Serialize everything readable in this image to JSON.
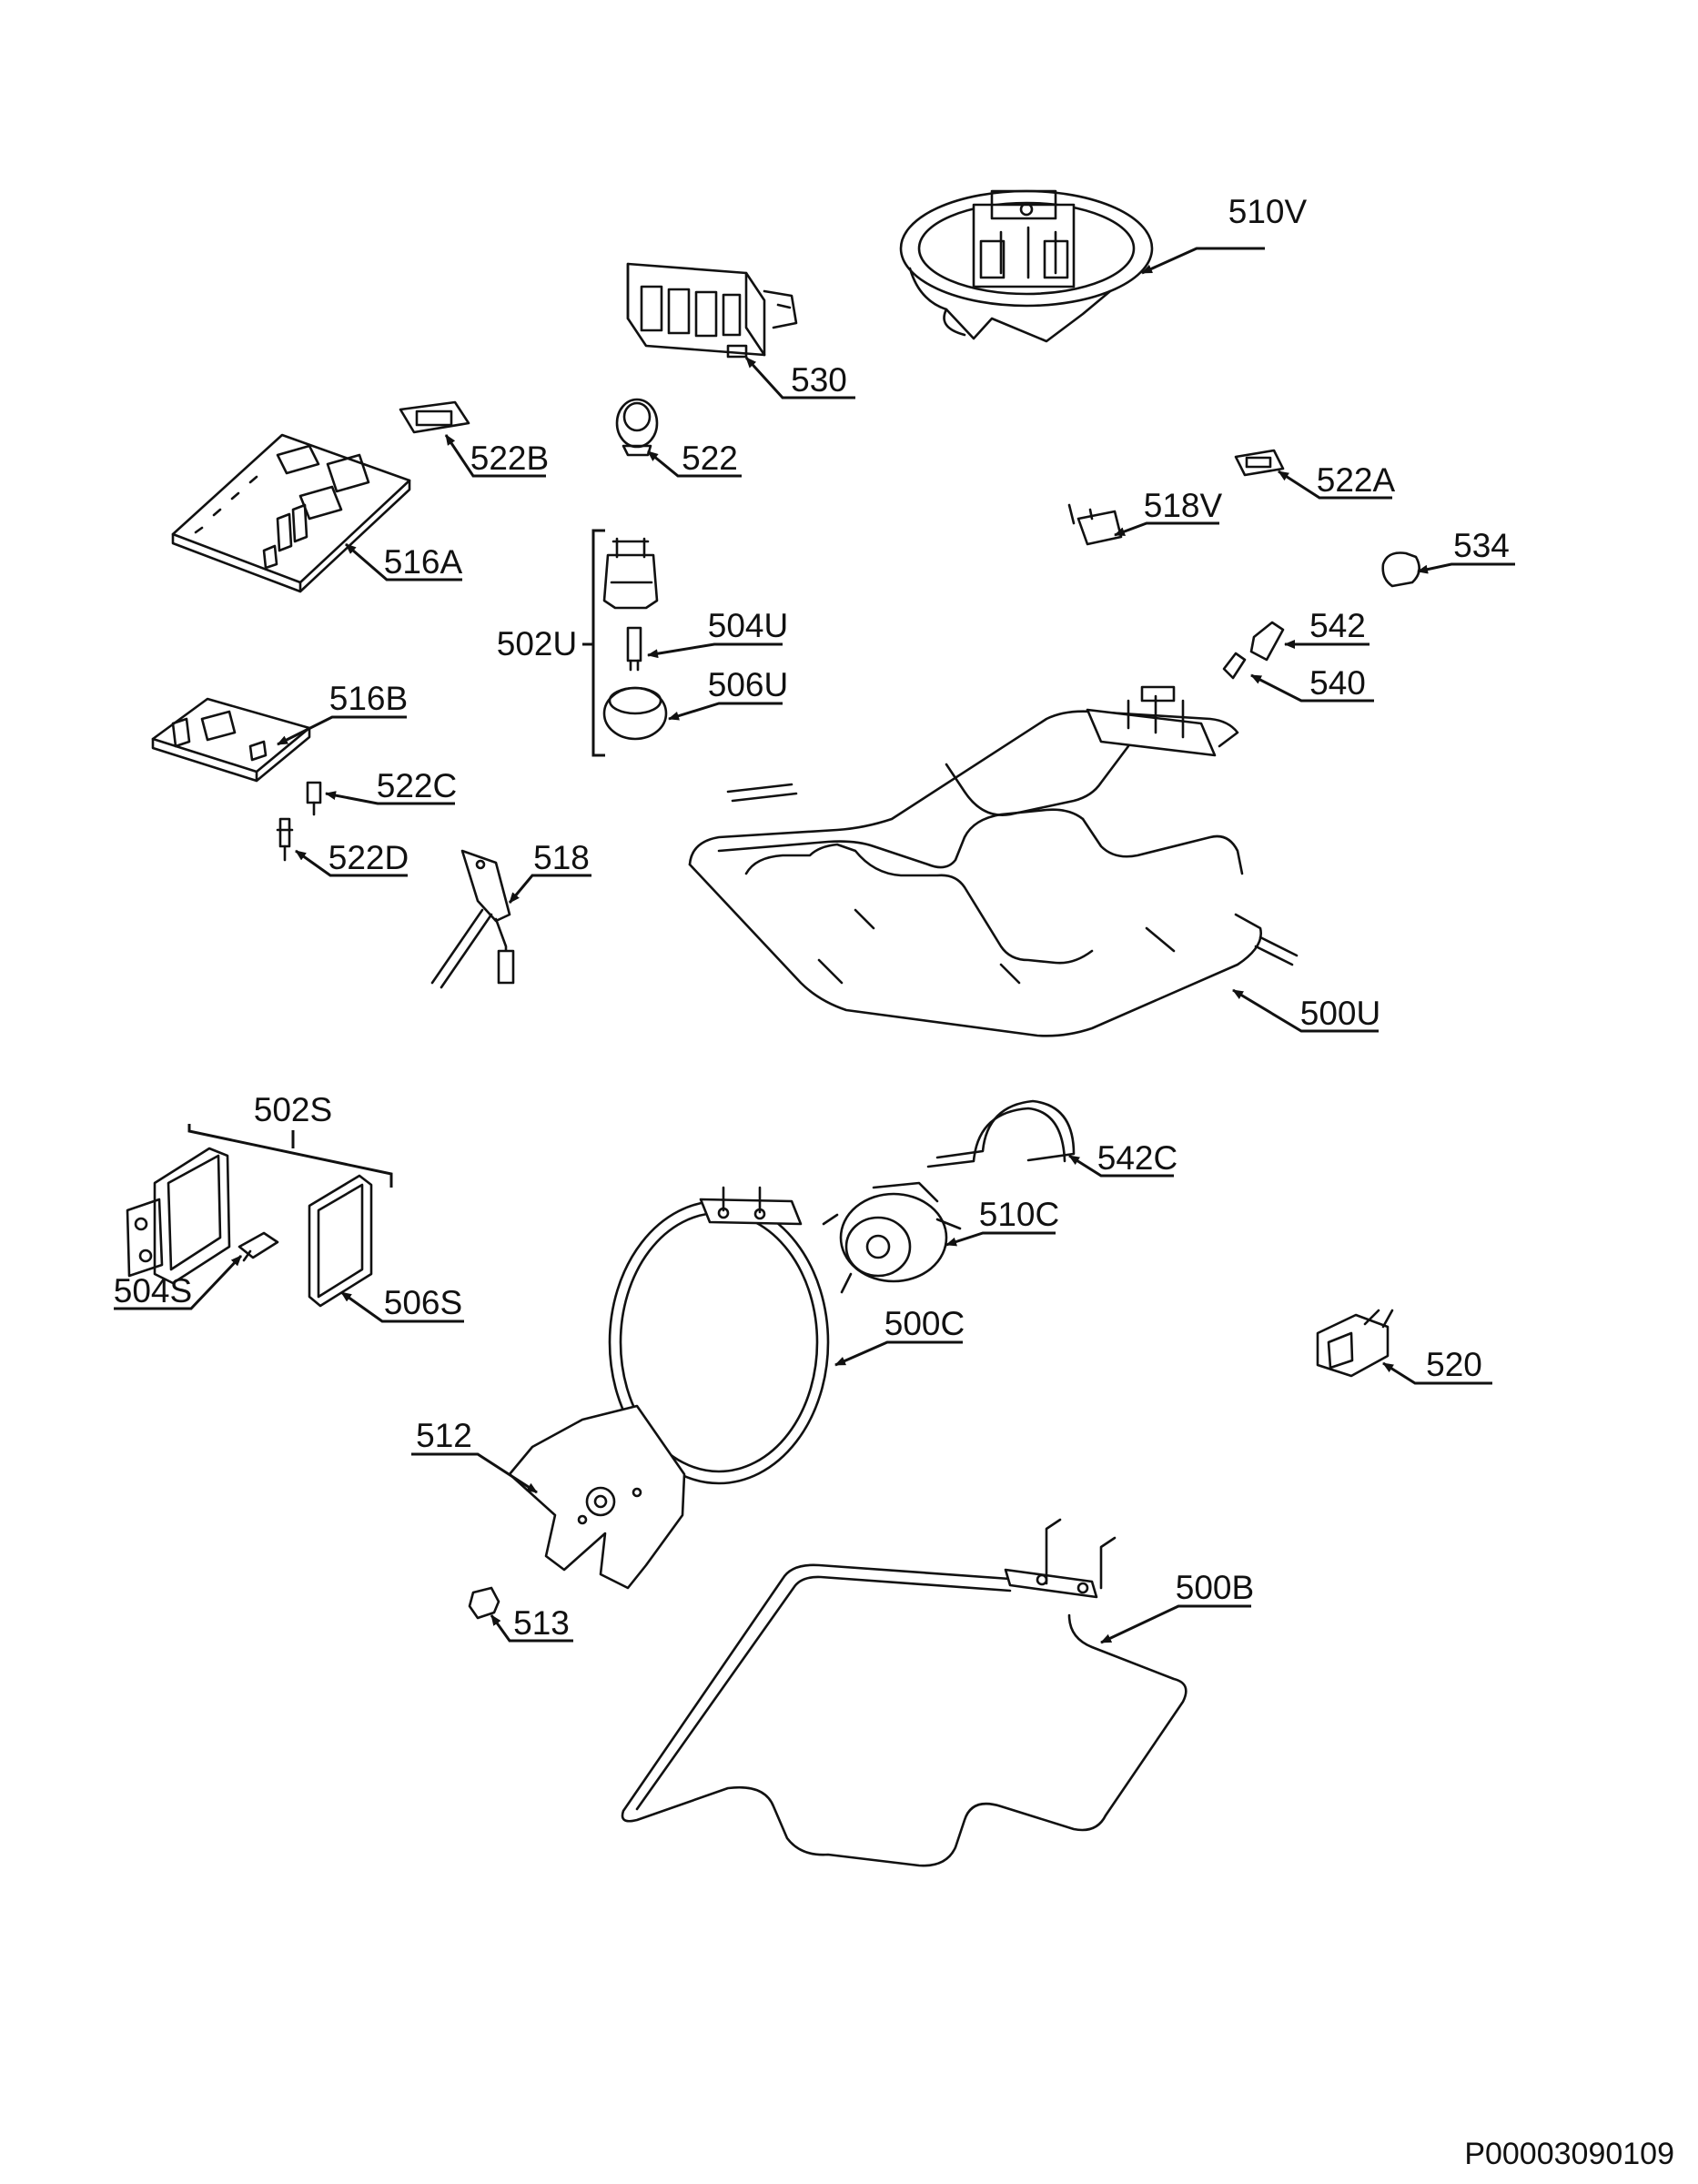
{
  "drawing_ref": "P00003090109",
  "labels": [
    {
      "id": "510V",
      "text": "510V"
    },
    {
      "id": "530",
      "text": "530"
    },
    {
      "id": "522B",
      "text": "522B"
    },
    {
      "id": "522",
      "text": "522"
    },
    {
      "id": "522A",
      "text": "522A"
    },
    {
      "id": "518V",
      "text": "518V"
    },
    {
      "id": "534",
      "text": "534"
    },
    {
      "id": "516A",
      "text": "516A"
    },
    {
      "id": "502U",
      "text": "502U"
    },
    {
      "id": "504U",
      "text": "504U"
    },
    {
      "id": "506U",
      "text": "506U"
    },
    {
      "id": "542",
      "text": "542"
    },
    {
      "id": "540",
      "text": "540"
    },
    {
      "id": "516B",
      "text": "516B"
    },
    {
      "id": "522C",
      "text": "522C"
    },
    {
      "id": "522D",
      "text": "522D"
    },
    {
      "id": "518",
      "text": "518"
    },
    {
      "id": "500U",
      "text": "500U"
    },
    {
      "id": "502S",
      "text": "502S"
    },
    {
      "id": "542C",
      "text": "542C"
    },
    {
      "id": "510C",
      "text": "510C"
    },
    {
      "id": "504S",
      "text": "504S"
    },
    {
      "id": "506S",
      "text": "506S"
    },
    {
      "id": "500C",
      "text": "500C"
    },
    {
      "id": "520",
      "text": "520"
    },
    {
      "id": "512",
      "text": "512"
    },
    {
      "id": "513",
      "text": "513"
    },
    {
      "id": "500B",
      "text": "500B"
    }
  ]
}
